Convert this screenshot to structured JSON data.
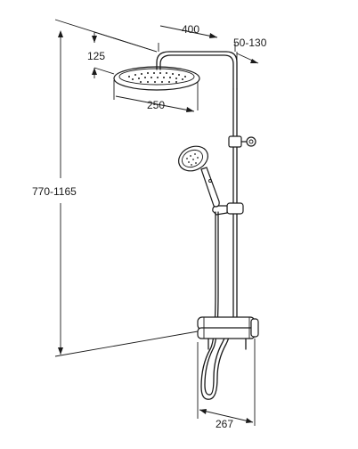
{
  "dimensions": {
    "arm_reach": "400",
    "wall_offset": "50-130",
    "head_height": "125",
    "head_diameter": "250",
    "total_height": "770-1165",
    "valve_width": "267"
  },
  "colors": {
    "line": "#1a1a1a",
    "background": "#ffffff"
  }
}
